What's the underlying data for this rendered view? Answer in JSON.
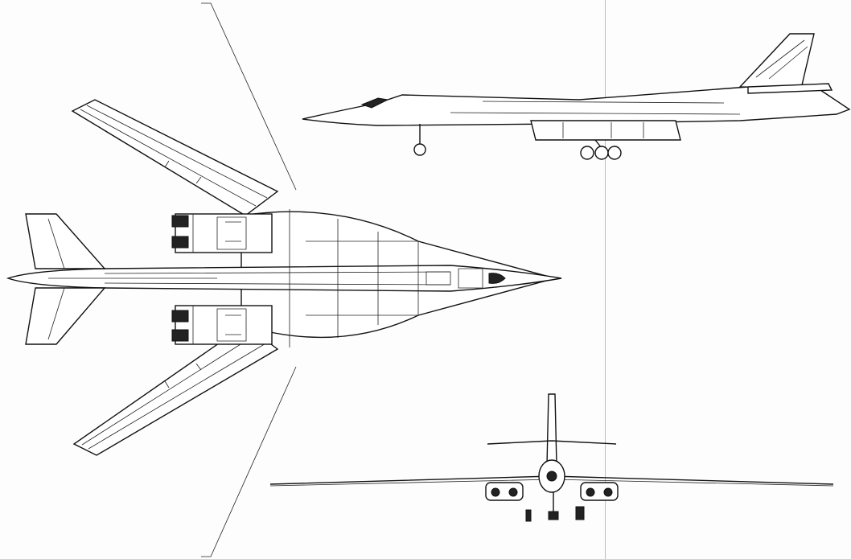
{
  "page": {
    "background_color": "#fdfdfd",
    "line_color": "#111111",
    "bleed_text_color": "#d0d0d0"
  },
  "drawing": {
    "views": [
      {
        "name": "plan-view",
        "icon": "aircraft-top-view-icon"
      },
      {
        "name": "side-view",
        "icon": "aircraft-side-view-icon"
      },
      {
        "name": "front-view",
        "icon": "aircraft-front-view-icon"
      }
    ]
  }
}
